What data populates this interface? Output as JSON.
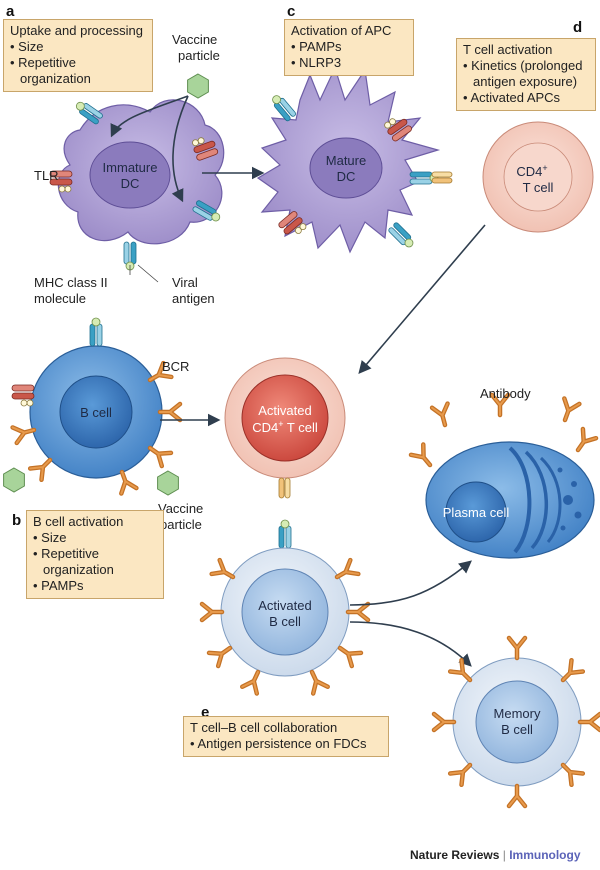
{
  "panels": {
    "a": "a",
    "b": "b",
    "c": "c",
    "d": "d",
    "e": "e"
  },
  "boxes": {
    "a": {
      "title": "Uptake and processing",
      "items": [
        "Size",
        "Repetitive organization"
      ]
    },
    "b": {
      "title": "B cell activation",
      "items": [
        "Size",
        "Repetitive organization",
        "PAMPs"
      ]
    },
    "c": {
      "title": "Activation of APC",
      "items": [
        "PAMPs",
        "NLRP3"
      ]
    },
    "d": {
      "title": "T cell activation",
      "items": [
        "Kinetics (prolonged antigen exposure)",
        "Activated APCs"
      ]
    },
    "e": {
      "title": "T cell–B cell collaboration",
      "items": [
        "Antigen persistence on FDCs"
      ]
    }
  },
  "labels": {
    "vaccine_particle_top": [
      "Vaccine",
      "particle"
    ],
    "tlr": "TLR",
    "mhc": [
      "MHC class II",
      "molecule"
    ],
    "viral_antigen": [
      "Viral",
      "antigen"
    ],
    "bcr": "BCR",
    "vaccine_particle_bottom": [
      "Vaccine",
      "particle"
    ],
    "antibody": "Antibody"
  },
  "cells": {
    "immature_dc": [
      "Immature",
      "DC"
    ],
    "mature_dc": [
      "Mature",
      "DC"
    ],
    "cd4_t": {
      "line1": "CD4",
      "sup": "+",
      "line2": "T cell"
    },
    "b_cell": "B cell",
    "activated_cd4": {
      "line1": "Activated",
      "line2a": "CD4",
      "sup": "+",
      "line2b": " T cell"
    },
    "activated_b": [
      "Activated",
      "B cell"
    ],
    "plasma": "Plasma cell",
    "memory_b": [
      "Memory",
      "B cell"
    ]
  },
  "footer": {
    "journal": "Nature Reviews",
    "separator": "|",
    "section": "Immunology"
  },
  "colors": {
    "dc": "#a99ad0",
    "dc_nucleus": "#8f7fc0",
    "tcell_outer": "#f6d3c8",
    "tcell_inner": "#d9564a",
    "bcell_outer": "#6fa3d8",
    "bcell_inner": "#2f6fb8",
    "pale_cell": "#dfe8f4",
    "box_fill": "#fbe7c2",
    "antibody": "#d98a3a",
    "tlr": "#c45a4a",
    "mhc": "#3fa7c9",
    "vaccine": "#a9d39a"
  }
}
